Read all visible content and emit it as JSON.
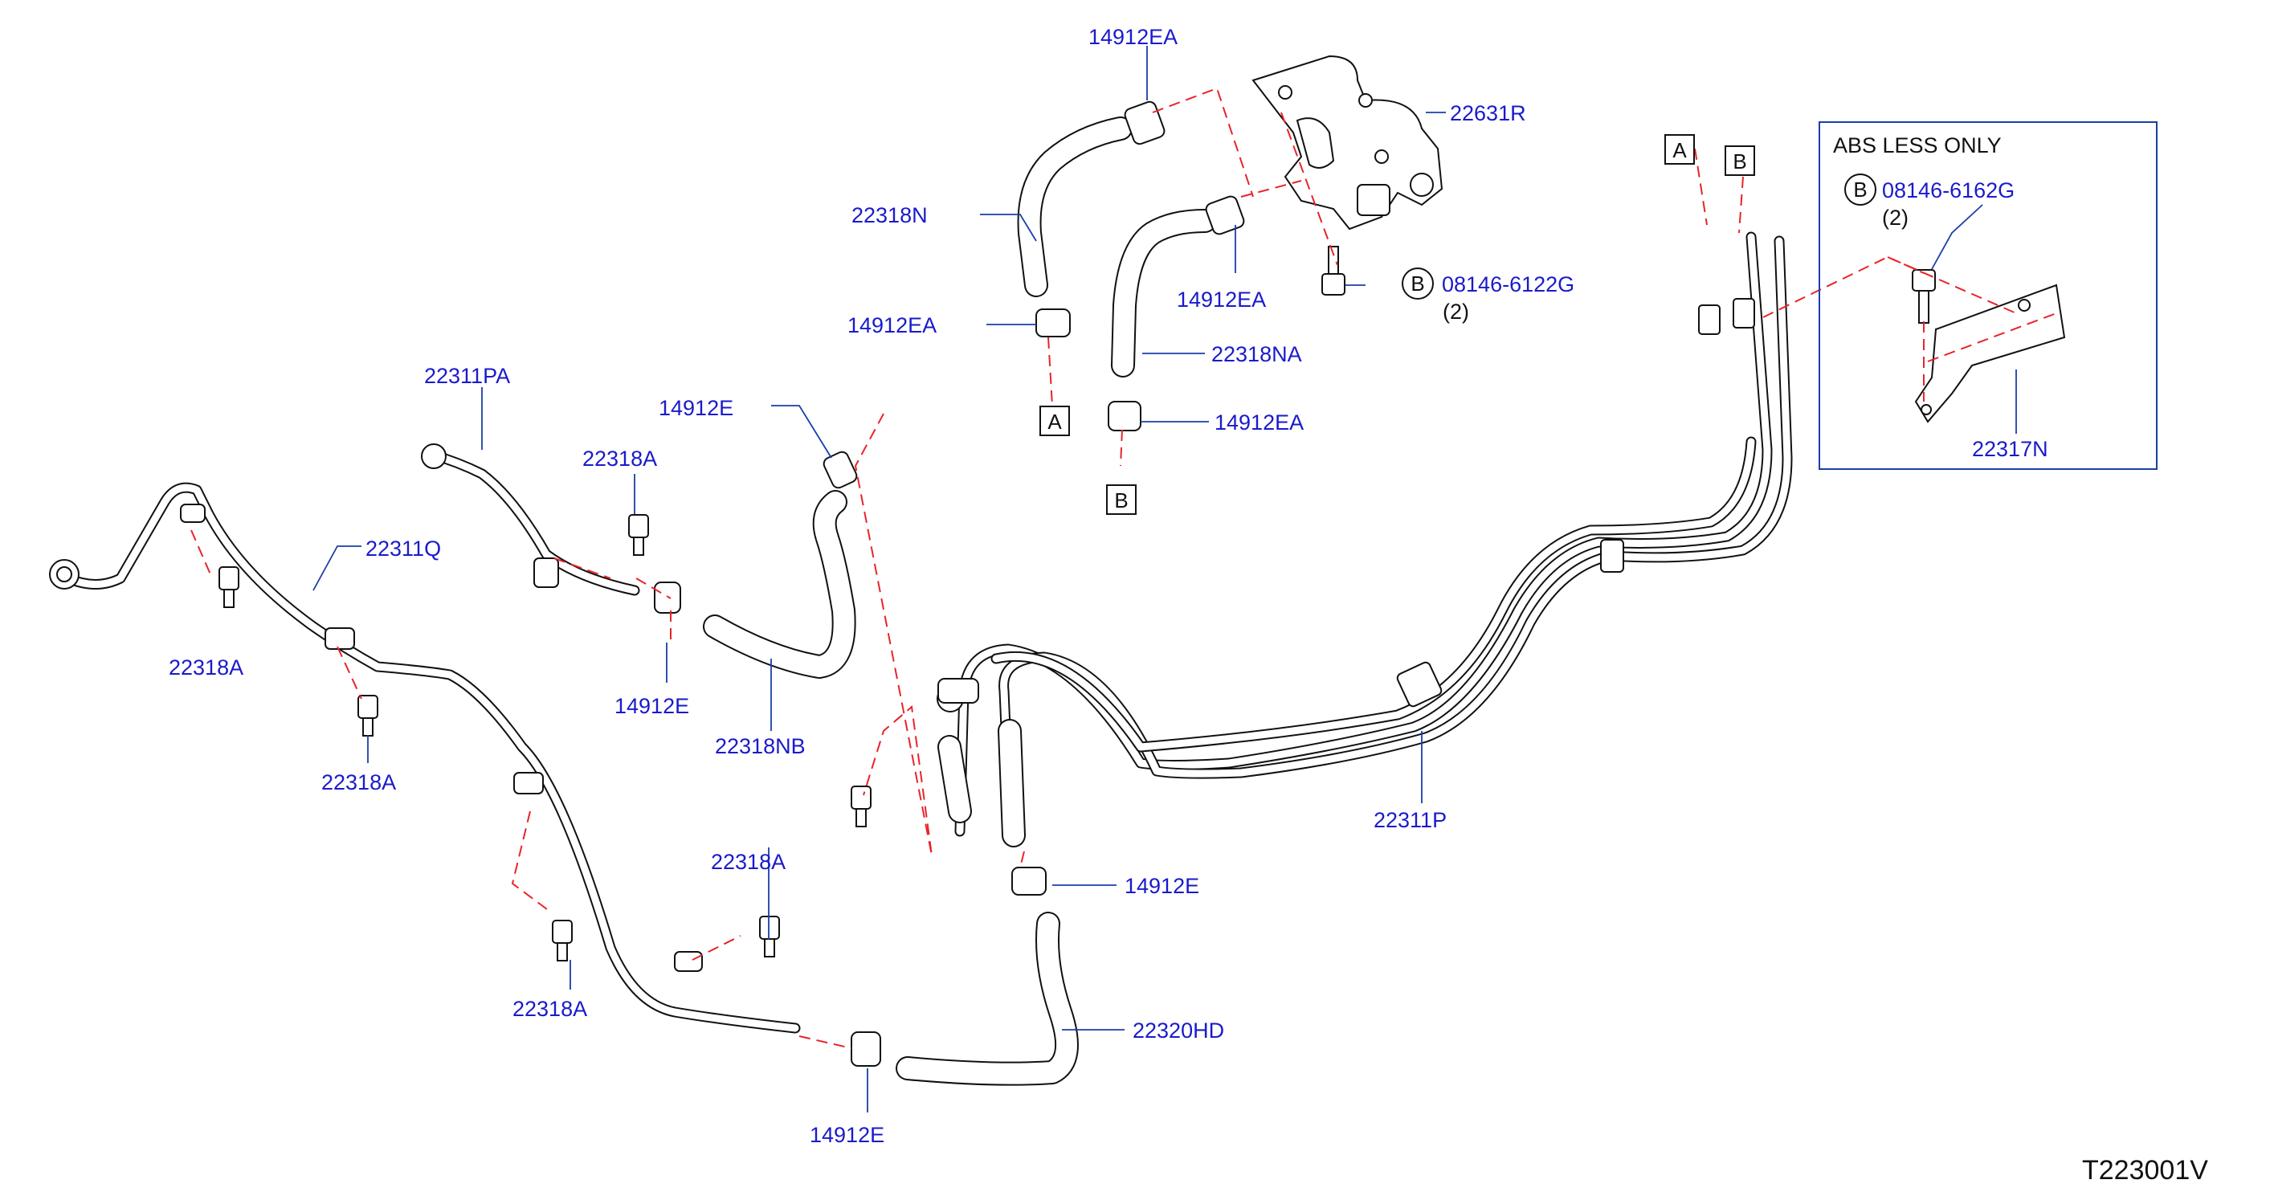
{
  "labels": {
    "p14912EA_top": "14912EA",
    "p22631R": "22631R",
    "p22318N": "22318N",
    "p14912EA_mid": "14912EA",
    "p14912EA_left": "14912EA",
    "p08146_6122G": "08146-6122G",
    "qty_6122G": "(2)",
    "p22318NA": "22318NA",
    "p14912EA_low": "14912EA",
    "p22311PA": "22311PA",
    "p14912E_upper": "14912E",
    "p22318A_upper": "22318A",
    "p22311Q": "22311Q",
    "p22318A_left": "22318A",
    "p14912E_mid": "14912E",
    "p22318NB": "22318NB",
    "p22318A_mid": "22318A",
    "p22311P": "22311P",
    "p14912E_right": "14912E",
    "p22318A_lower": "22318A",
    "p22318A_bottom": "22318A",
    "p22320HD": "22320HD",
    "p14912E_bottom": "14912E",
    "p22317N": "22317N",
    "p08146_6162G": "08146-6162G",
    "qty_6162G": "(2)"
  },
  "refs": {
    "A": "A",
    "B": "B"
  },
  "inset": {
    "title": "ABS    LESS    ONLY"
  },
  "diagram_code": "T223001V",
  "colors": {
    "part_number": "#1a1acc",
    "leader": "#1a3fa8",
    "dash_line": "#e8242b",
    "line_art": "#111111"
  }
}
